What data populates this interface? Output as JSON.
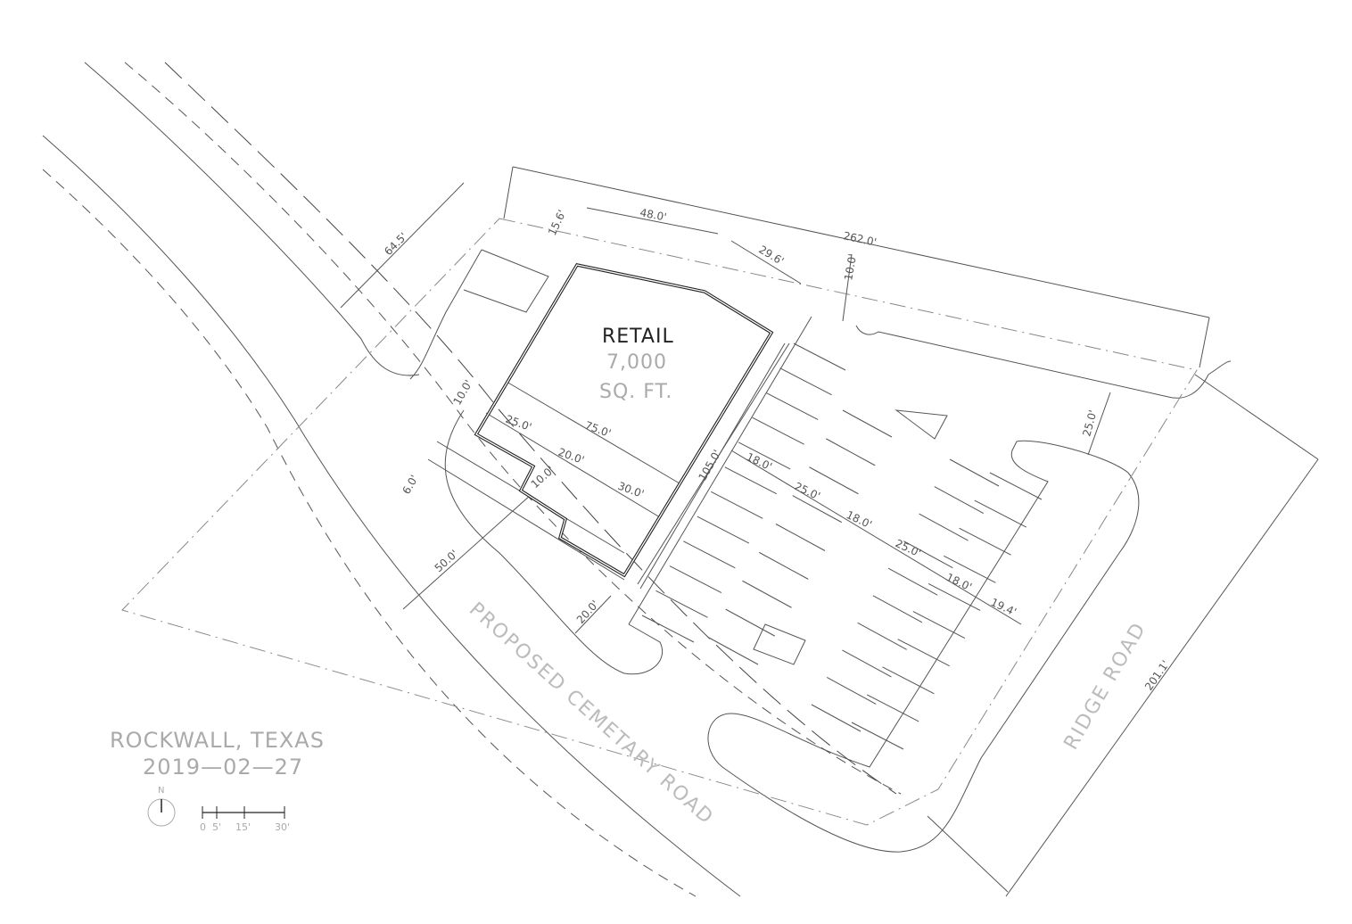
{
  "building": {
    "name": "RETAIL",
    "area": "7,000",
    "unit": "SQ. FT."
  },
  "roads": {
    "cemetery": "PROPOSED CEMETARY ROAD",
    "ridge": "RIDGE ROAD"
  },
  "location": {
    "city": "ROCKWALL, TEXAS",
    "date": "2019—02—27"
  },
  "north_arrow": {
    "label": "N"
  },
  "scale_bar": {
    "ticks": [
      "0",
      "5'",
      "15'",
      "30'"
    ]
  },
  "dimensions": {
    "d262": "262.0'",
    "d201": "201.1'",
    "d64": "64.5'",
    "d15": "15.6'",
    "d48": "48.0'",
    "d29": "29.6'",
    "d10a": "10.0'",
    "d25a": "25.0'",
    "d10b": "10.0'",
    "d6": "6.0'",
    "d25b": "25.0'",
    "d75": "75.0'",
    "d20a": "20.0'",
    "d10c": "10.0'",
    "d30": "30.0'",
    "d105": "105.0'",
    "d50": "50.0'",
    "d20b": "20.0'",
    "d18a": "18.0'",
    "d25c": "25.0'",
    "d18b": "18.0'",
    "d25d": "25.0'",
    "d18c": "18.0'",
    "d19": "19.4'"
  }
}
